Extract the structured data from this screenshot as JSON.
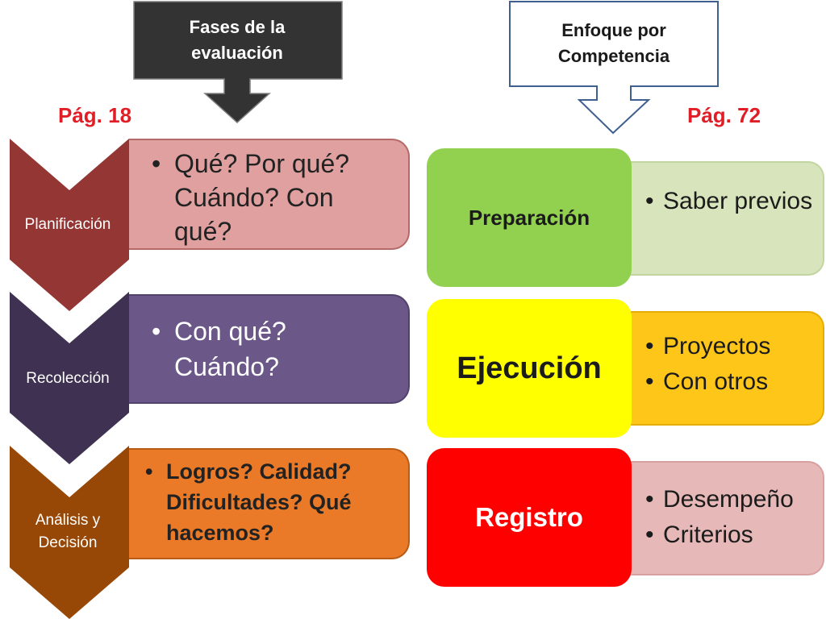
{
  "left_callout": {
    "line1": "Fases de la",
    "line2": "evaluación"
  },
  "right_callout": {
    "line1": "Enfoque por",
    "line2": "Competencia"
  },
  "page_refs": {
    "left": "Pág. 18",
    "right": "Pág. 72"
  },
  "left_phases": [
    {
      "label": "Planificación",
      "bullets": [
        "Qué? Por qué? Cuándo? Con qué?"
      ],
      "color": "#943634"
    },
    {
      "label": "Recolección",
      "bullets": [
        "Con qué? Cuándo?"
      ],
      "color": "#3f3151"
    },
    {
      "label_line1": "Análisis y",
      "label_line2": "Decisión",
      "bullets": [
        "Logros? Calidad? Dificultades? Qué hacemos?"
      ],
      "color": "#984806"
    }
  ],
  "right_phases": [
    {
      "label": "Preparación",
      "bullets": [
        "Saber previos"
      ],
      "color": "#92d050"
    },
    {
      "label": "Ejecución",
      "bullets": [
        "Proyectos",
        "Con otros"
      ],
      "color": "#ffff00"
    },
    {
      "label": "Registro",
      "bullets": [
        "Desempeño",
        "Criterios"
      ],
      "color": "#ff0000"
    }
  ]
}
